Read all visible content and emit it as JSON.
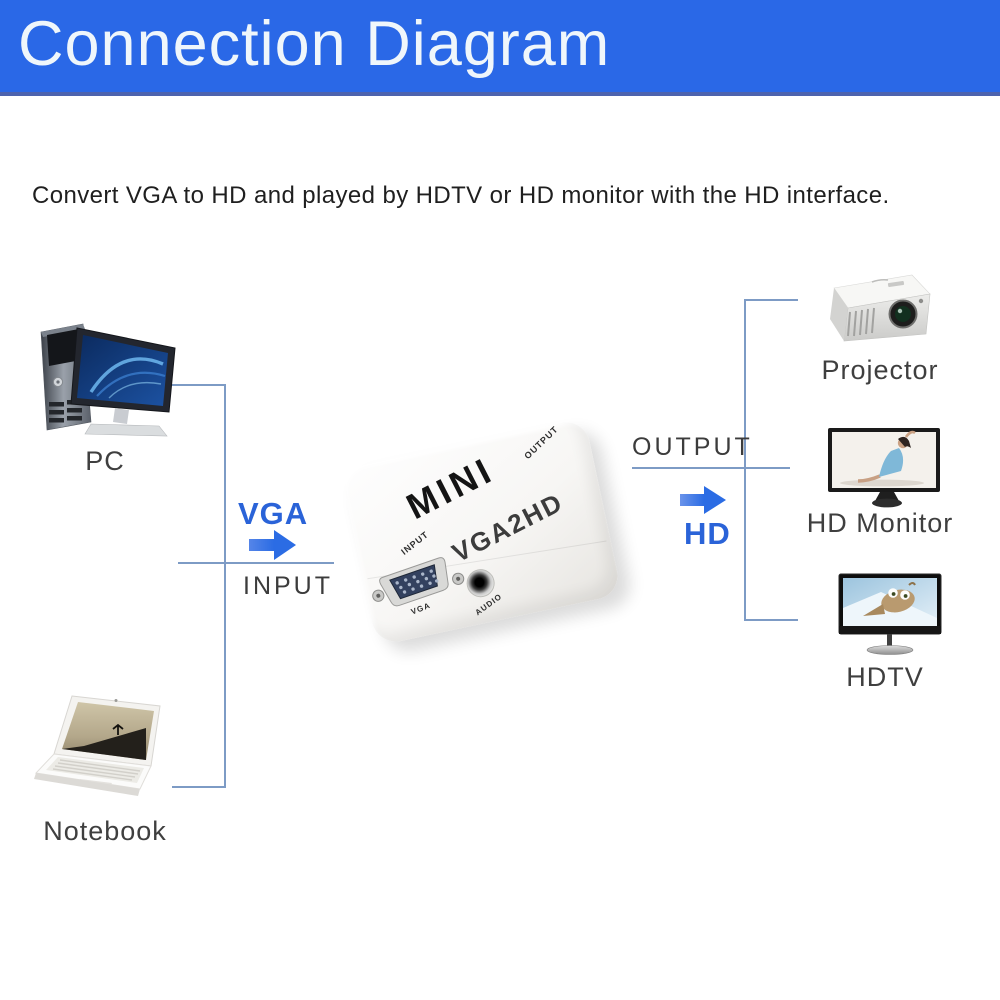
{
  "header": {
    "title": "Connection Diagram"
  },
  "subtitle": "Convert VGA to HD and played by HDTV or HD monitor with the HD interface.",
  "devices": {
    "pc": {
      "label": "PC"
    },
    "notebook": {
      "label": "Notebook"
    },
    "projector": {
      "label": "Projector"
    },
    "hd_monitor": {
      "label": "HD Monitor"
    },
    "hdtv": {
      "label": "HDTV"
    }
  },
  "flow": {
    "input_label": "VGA",
    "input_caption": "INPUT",
    "output_caption": "OUTPUT",
    "output_label": "HD"
  },
  "converter": {
    "brand": "MINI",
    "model": "VGA2HD",
    "port_output": "OUTPUT",
    "port_input": "INPUT",
    "port_vga": "VGA",
    "port_audio": "AUDIO"
  },
  "colors": {
    "header_blue": "#2a68e7",
    "header_border": "#4d63ae",
    "arrow_blue": "#2b6ce4",
    "flow_label_blue": "#2a63d8",
    "connector_line": "#7d9bc5",
    "label_gray": "#3f3f3f"
  }
}
